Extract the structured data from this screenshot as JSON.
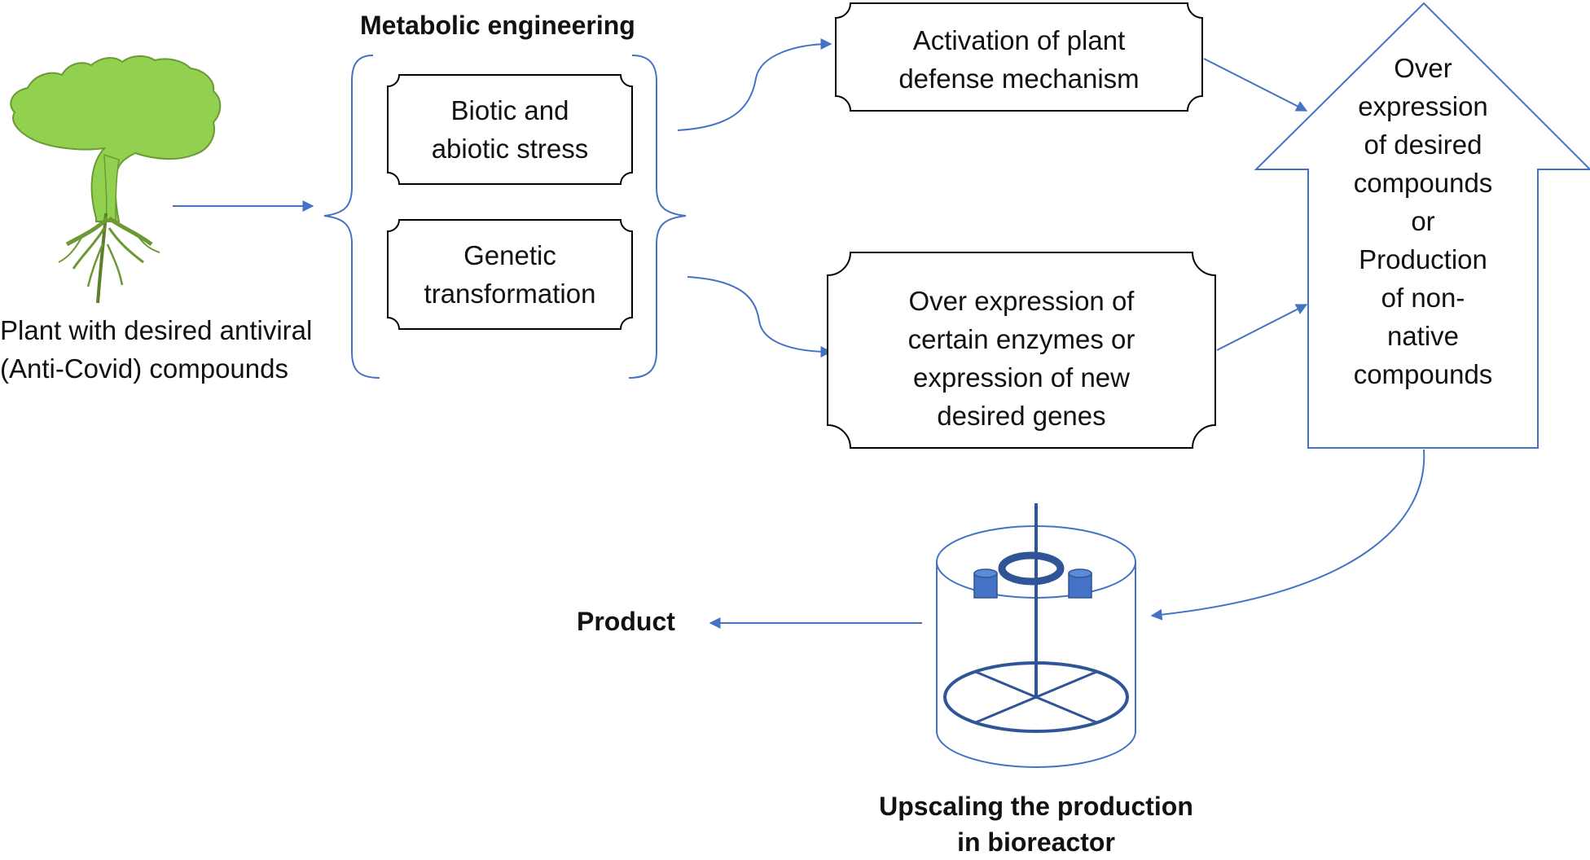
{
  "plant": {
    "label_line1": "Plant with desired antiviral",
    "label_line2": "(Anti-Covid) compounds",
    "icon": "tree-icon"
  },
  "metabolic": {
    "title": "Metabolic engineering",
    "box_stress": {
      "line1": "Biotic and",
      "line2": "abiotic stress"
    },
    "box_genetic": {
      "line1": "Genetic",
      "line2": "transformation"
    }
  },
  "activation": {
    "line1": "Activation of plant",
    "line2": "defense mechanism"
  },
  "overexpression": {
    "line1": "Over expression of",
    "line2": "certain enzymes or",
    "line3": "expression of new",
    "line4": "desired genes"
  },
  "big_arrow": {
    "lines": [
      "Over",
      "expression",
      "of desired",
      "compounds",
      "or",
      "Production",
      "of non-",
      "native",
      "compounds"
    ]
  },
  "bioreactor": {
    "label_line1": "Upscaling the production",
    "label_line2": "in bioreactor",
    "icon": "bioreactor-icon"
  },
  "product": {
    "label": "Product"
  },
  "colors": {
    "connector": "#4472c4",
    "plant_fill": "#92d050",
    "plant_stroke": "#5b7f2a",
    "reactor": "#2f5597",
    "box_border": "#000000"
  }
}
